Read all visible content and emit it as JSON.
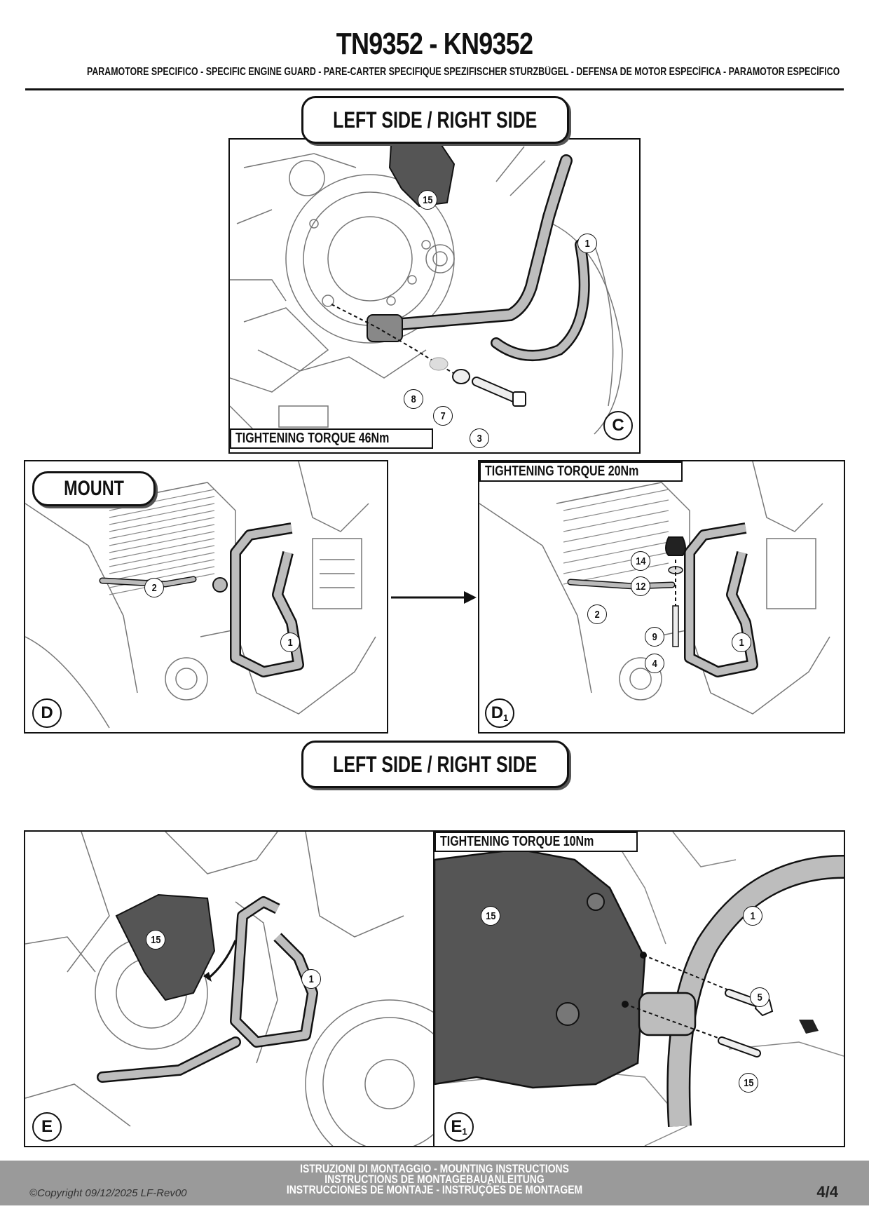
{
  "header": {
    "title": "TN9352 - KN9352",
    "subtitle": "PARAMOTORE SPECIFICO - SPECIFIC ENGINE GUARD - PARE-CARTER SPECIFIQUE SPEZIFISCHER STURZBÜGEL - DEFENSA DE MOTOR ESPECÍFICA - PARAMOTOR ESPECÍFICO"
  },
  "labels": {
    "side_top": "LEFT SIDE / RIGHT SIDE",
    "side_bottom": "LEFT SIDE / RIGHT SIDE",
    "mount": "MOUNT"
  },
  "panels": {
    "c": {
      "letter": "C",
      "torque": "TIGHTENING TORQUE 46Nm",
      "callouts": [
        "15",
        "1",
        "8",
        "7",
        "3"
      ]
    },
    "d": {
      "letter": "D",
      "callouts": [
        "2",
        "1"
      ]
    },
    "d1": {
      "letter": "D",
      "letter_sub": "1",
      "torque": "TIGHTENING TORQUE 20Nm",
      "callouts": [
        "14",
        "12",
        "2",
        "9",
        "4",
        "1"
      ]
    },
    "e": {
      "letter": "E",
      "callouts": [
        "15",
        "1"
      ]
    },
    "e1": {
      "letter": "E",
      "letter_sub": "1",
      "torque": "TIGHTENING TORQUE 10Nm",
      "callouts": [
        "15",
        "1",
        "5",
        "15"
      ]
    }
  },
  "footer": {
    "line1": "ISTRUZIONI DI MONTAGGIO - MOUNTING INSTRUCTIONS",
    "line2": "INSTRUCTIONS DE MONTAGEBAUANLEITUNG",
    "line3": "INSTRUCCIONES DE MONTAJE - INSTRUÇÕES DE MONTAGEM",
    "copyright": "©Copyright 09/12/2025 LF-Rev00",
    "page": "4/4"
  }
}
